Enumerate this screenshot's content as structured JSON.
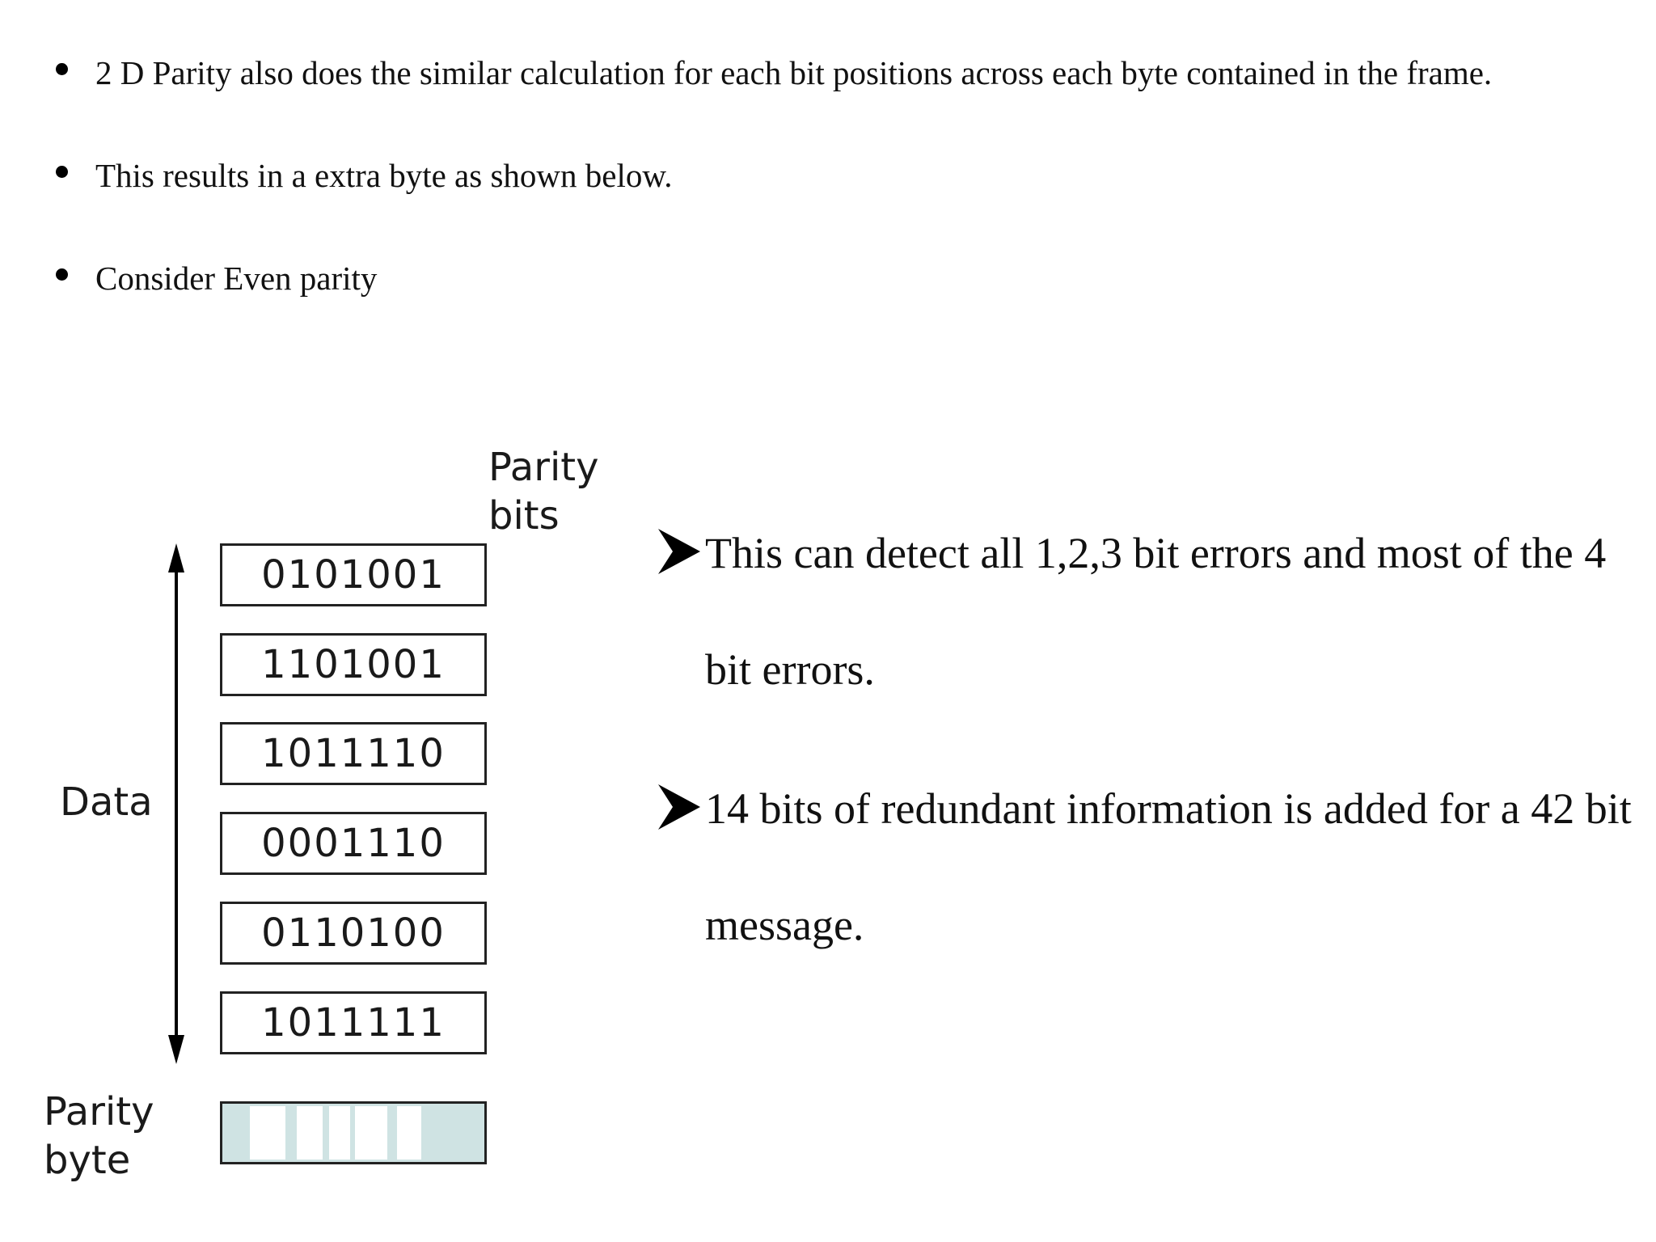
{
  "bullets": [
    "2 D Parity also does the similar calculation for each bit positions across each byte contained in the frame.",
    "This results in a extra byte as shown below.",
    "Consider Even parity"
  ],
  "diagram": {
    "parity_bits_label_line1": "Parity",
    "parity_bits_label_line2": "bits",
    "data_label": "Data",
    "parity_byte_label_line1": "Parity",
    "parity_byte_label_line2": "byte",
    "rows": [
      {
        "bits": "0101001"
      },
      {
        "bits": "1101001"
      },
      {
        "bits": "1011110"
      },
      {
        "bits": "0001110"
      },
      {
        "bits": "0110100"
      },
      {
        "bits": "1011111"
      }
    ],
    "parity_row_color": "#cfe3e3"
  },
  "points": {
    "icon": "arrow-bullet-icon",
    "items": [
      "This can detect all 1,2,3 bit errors and most of the 4 bit errors.",
      "14 bits of redundant information is added for a 42 bit message."
    ]
  }
}
